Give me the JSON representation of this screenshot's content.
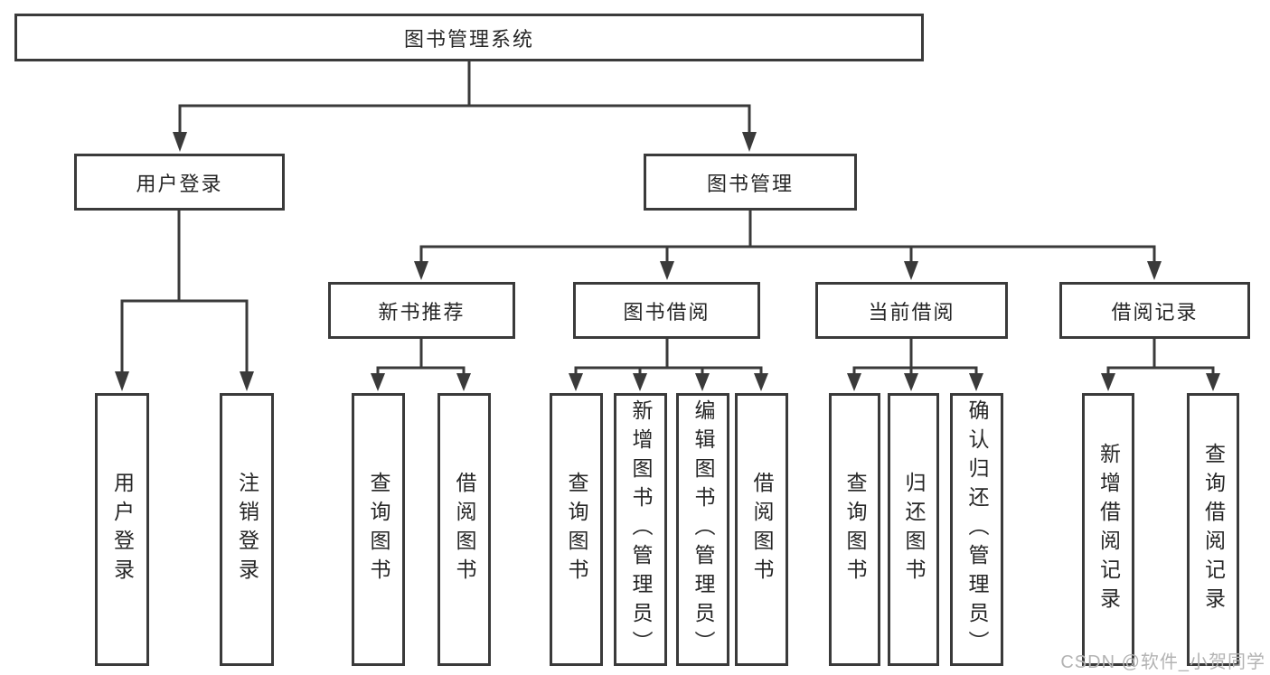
{
  "diagram": {
    "type": "hierarchy-org-chart",
    "colors": {
      "line": "#3a3a3a",
      "box_border": "#3a3a3a",
      "text": "#262626",
      "background": "#ffffff",
      "watermark": "#b3b3b3"
    },
    "tree": {
      "label": "图书管理系统",
      "children": [
        {
          "label": "用户登录",
          "children": [
            {
              "label": "用户登录"
            },
            {
              "label": "注销登录"
            }
          ]
        },
        {
          "label": "图书管理",
          "children": [
            {
              "label": "新书推荐",
              "children": [
                {
                  "label": "查询图书"
                },
                {
                  "label": "借阅图书"
                }
              ]
            },
            {
              "label": "图书借阅",
              "children": [
                {
                  "label": "查询图书"
                },
                {
                  "label": "新增图书（管理员）"
                },
                {
                  "label": "编辑图书（管理员）"
                },
                {
                  "label": "借阅图书"
                }
              ]
            },
            {
              "label": "当前借阅",
              "children": [
                {
                  "label": "查询图书"
                },
                {
                  "label": "归还图书"
                },
                {
                  "label": "确认归还（管理员）"
                }
              ]
            },
            {
              "label": "借阅记录",
              "children": [
                {
                  "label": "新增借阅记录"
                },
                {
                  "label": "查询借阅记录"
                }
              ]
            }
          ]
        }
      ]
    },
    "watermark": {
      "text": "CSDN @软件_小贺同学"
    }
  }
}
